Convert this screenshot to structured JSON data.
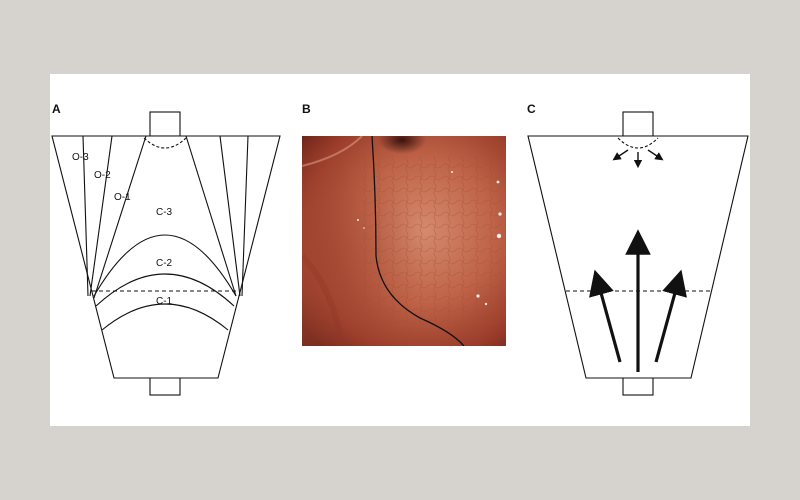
{
  "figure": {
    "background": "#d6d3cf",
    "card_color": "#ffffff",
    "panels": {
      "a": {
        "letter": "A",
        "open_labels": [
          "O-3",
          "O-2",
          "O-1"
        ],
        "closed_labels": [
          "C-3",
          "C-2",
          "C-1"
        ]
      },
      "b": {
        "letter": "B",
        "photo_colors": {
          "mucosa": "#b5553e",
          "highlight": "#d98a6a",
          "shadow": "#4a1a12"
        }
      },
      "c": {
        "letter": "C"
      }
    }
  }
}
